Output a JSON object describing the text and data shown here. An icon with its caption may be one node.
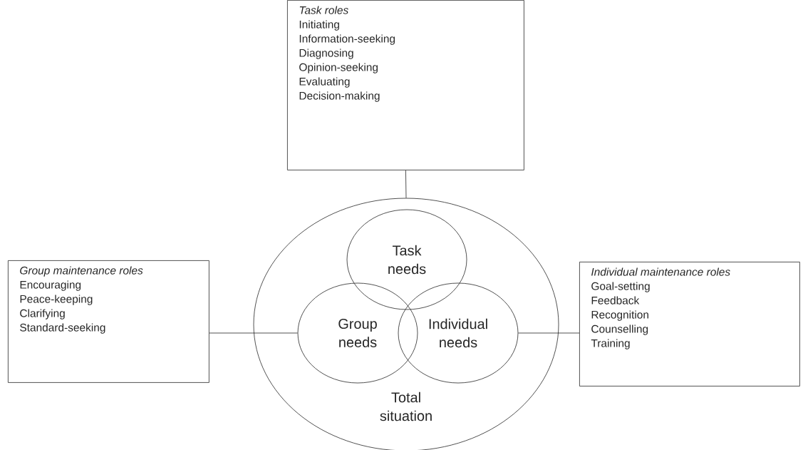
{
  "diagram": {
    "nodes": [
      {
        "text": [
          "Task roles",
          "Initiating",
          "Information-seeking",
          "Diagnosing",
          "Opinion-seeking",
          "Evaluating",
          "Decision-making"
        ]
      },
      {
        "text": [
          "Total situation"
        ]
      },
      {
        "text": [
          "Task needs"
        ],
        "in": 1
      },
      {
        "text": [
          "Group needs"
        ],
        "in": 1
      },
      {
        "text": [
          "Individual needs"
        ],
        "in": 1
      },
      {
        "text": [
          "Group maintenance roles",
          "Encouraging",
          "Peace-keeping",
          "Clarifying",
          "Standard-seeking"
        ]
      },
      {
        "text": [
          "Individual maintenance roles",
          "Goal-setting",
          "Feedback",
          "Recognition",
          "Counselling",
          "Training"
        ]
      }
    ],
    "edges": [
      {
        "from": 0,
        "to": 1,
        "arrow": "none"
      },
      {
        "from": 5,
        "to": 3,
        "arrow": "none"
      },
      {
        "from": 4,
        "to": 6,
        "arrow": "none"
      }
    ]
  }
}
